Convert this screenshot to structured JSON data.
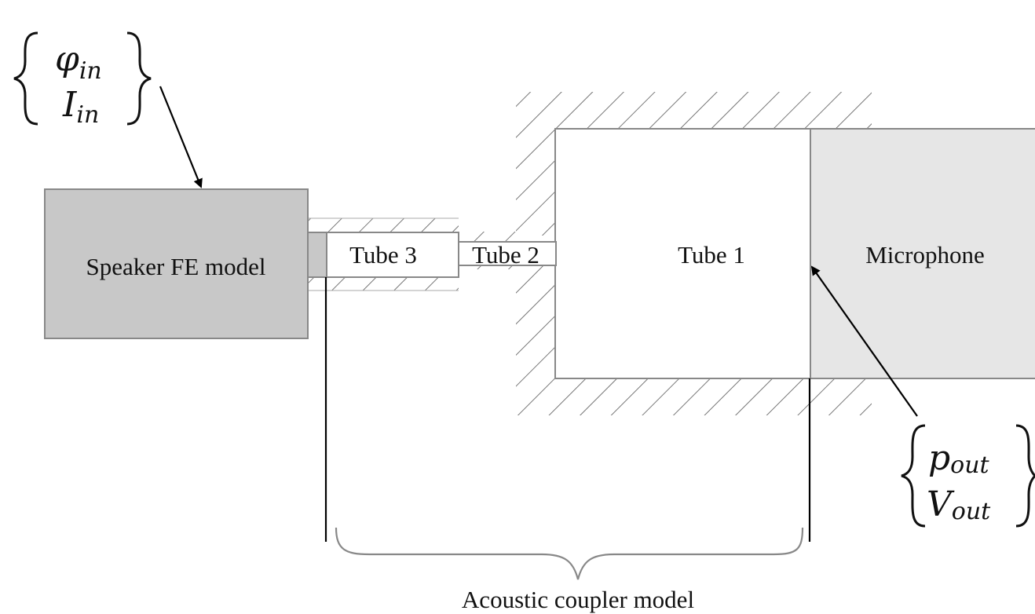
{
  "labels": {
    "speaker": "Speaker FE model",
    "tube3": "Tube 3",
    "tube2": "Tube 2",
    "tube1": "Tube 1",
    "microphone": "Microphone",
    "coupler": "Acoustic coupler model"
  },
  "input_vector": {
    "top": {
      "symbol": "φ",
      "subscript": "in"
    },
    "bottom": {
      "symbol": "I",
      "subscript": "in"
    }
  },
  "output_vector": {
    "top": {
      "symbol": "p",
      "subscript": "out"
    },
    "bottom": {
      "symbol": "V",
      "subscript": "out"
    }
  },
  "colors": {
    "speaker_fill": "#c8c8c8",
    "microphone_fill": "#e6e6e6",
    "wall_hatch": "#555555",
    "outline": "#888888"
  }
}
